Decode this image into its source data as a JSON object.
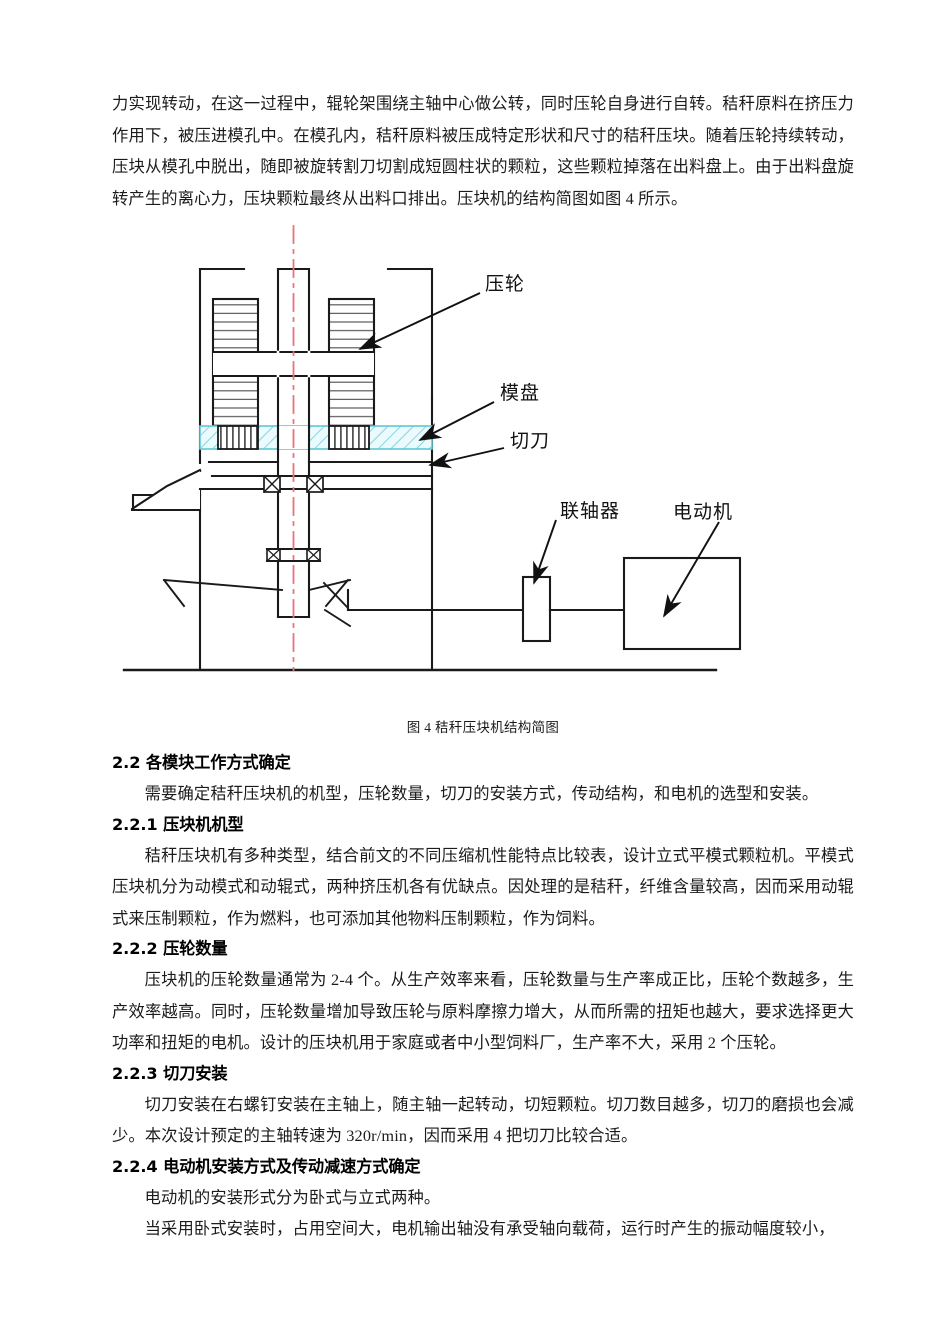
{
  "document": {
    "paragraphs": {
      "intro": "力实现转动，在这一过程中，辊轮架围绕主轴中心做公转，同时压轮自身进行自转。秸秆原料在挤压力作用下，被压进模孔中。在模孔内，秸秆原料被压成特定形状和尺寸的秸秆压块。随着压轮持续转动，压块从模孔中脱出，随即被旋转割刀切割成短圆柱状的颗粒，这些颗粒掉落在出料盘上。由于出料盘旋转产生的离心力，压块颗粒最终从出料口排出。压块机的结构简图如图 4 所示。"
    },
    "figure": {
      "caption": "图 4  秸秆压块机结构简图",
      "labels": {
        "press_wheel": "压轮",
        "die_plate": "模盘",
        "cutter": "切刀",
        "coupling": "联轴器",
        "motor": "电动机"
      },
      "colors": {
        "line": "#1a1a1a",
        "centerline": "#e8737a",
        "die_hatch": "#5ec8d8",
        "die_fill": "#e9f8fb"
      }
    },
    "sections": [
      {
        "heading": "2.2 各模块工作方式确定",
        "paragraphs": [
          "需要确定秸秆压块机的机型，压轮数量，切刀的安装方式，传动结构，和电机的选型和安装。"
        ]
      },
      {
        "heading": "2.2.1 压块机机型",
        "paragraphs": [
          "秸秆压块机有多种类型，结合前文的不同压缩机性能特点比较表，设计立式平模式颗粒机。平模式压块机分为动模式和动辊式，两种挤压机各有优缺点。因处理的是秸秆，纤维含量较高，因而采用动辊式来压制颗粒，作为燃料，也可添加其他物料压制颗粒，作为饲料。"
        ]
      },
      {
        "heading": "2.2.2 压轮数量",
        "paragraphs": [
          "压块机的压轮数量通常为 2-4 个。从生产效率来看，压轮数量与生产率成正比，压轮个数越多，生产效率越高。同时，压轮数量增加导致压轮与原料摩擦力增大，从而所需的扭矩也越大，要求选择更大功率和扭矩的电机。设计的压块机用于家庭或者中小型饲料厂，生产率不大，采用 2 个压轮。"
        ]
      },
      {
        "heading": "2.2.3 切刀安装",
        "paragraphs": [
          "切刀安装在右螺钉安装在主轴上，随主轴一起转动，切短颗粒。切刀数目越多，切刀的磨损也会减少。本次设计预定的主轴转速为 320r/min，因而采用 4 把切刀比较合适。"
        ]
      },
      {
        "heading": "2.2.4 电动机安装方式及传动减速方式确定",
        "paragraphs": [
          "电动机的安装形式分为卧式与立式两种。",
          "当采用卧式安装时，占用空间大，电机输出轴没有承受轴向载荷，运行时产生的振动幅度较小，"
        ]
      }
    ]
  }
}
